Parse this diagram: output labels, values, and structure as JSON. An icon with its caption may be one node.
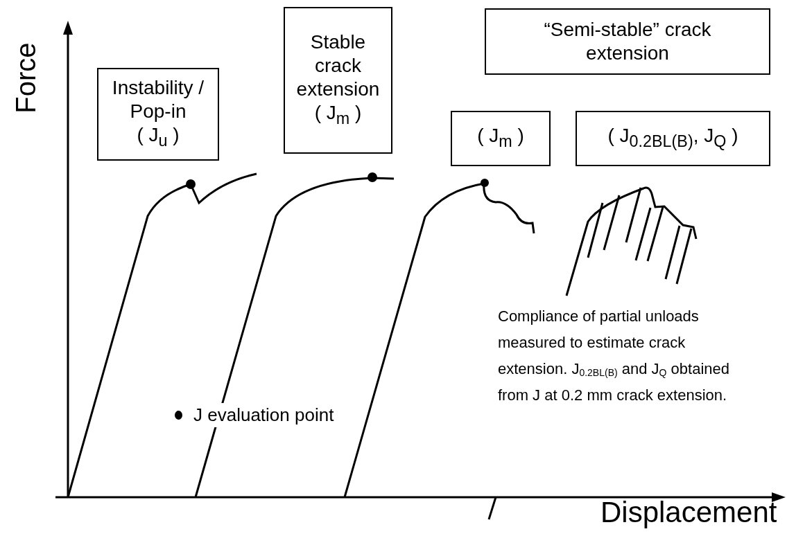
{
  "diagram": {
    "nodes": [
      {
        "text": [
          "Instability / Pop-in",
          "( J$_{u}$ )"
        ]
      },
      {
        "text": [
          "Stable crack extension",
          "( J$_{m}$ )"
        ]
      },
      {
        "text": [
          "“Semi-stable” crack extension"
        ]
      },
      {
        "text": [
          "( J$_{m}$ )"
        ]
      },
      {
        "text": [
          "( J$_{0.2BL(B)}$, J$_{Q}$ )"
        ]
      }
    ],
    "labels": [
      "Force",
      "Displacement",
      "Compliance of partial unloads measured to estimate crack extension. J$_{0.2BL(B)}$ and J$_{Q}$ obtained from J at 0.2 mm crack extension."
    ],
    "legend": [
      {
        "text": "J evaluation point"
      }
    ]
  }
}
